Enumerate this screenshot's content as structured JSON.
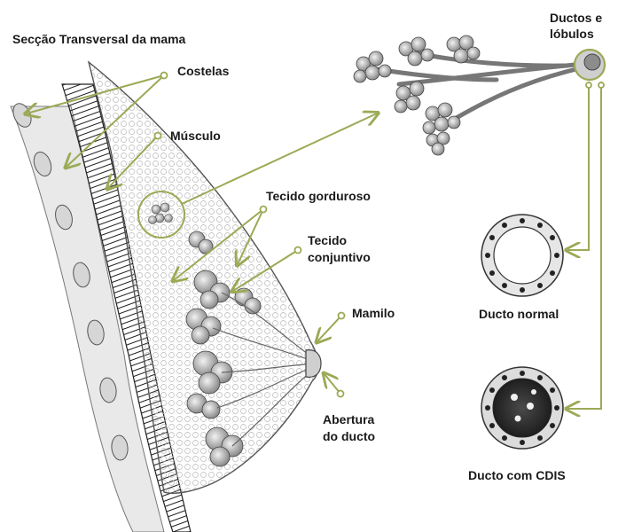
{
  "title": "Secção Transversal da mama",
  "labels": {
    "costelas": "Costelas",
    "musculo": "Músculo",
    "tecido_gorduroso": "Tecido gorduroso",
    "tecido_conjuntivo_line1": "Tecido",
    "tecido_conjuntivo_line2": "conjuntivo",
    "mamilo": "Mamilo",
    "abertura_line1": "Abertura",
    "abertura_line2": "do ducto",
    "ductos_line1": "Ductos e",
    "ductos_line2": "lóbulos",
    "ducto_normal": "Ducto normal",
    "ducto_cdis": "Ducto com CDIS"
  },
  "colors": {
    "leader": "#9aaa55",
    "tissue": "#555555",
    "muscle": "#2e2e2e",
    "text": "#1a1a1a"
  }
}
